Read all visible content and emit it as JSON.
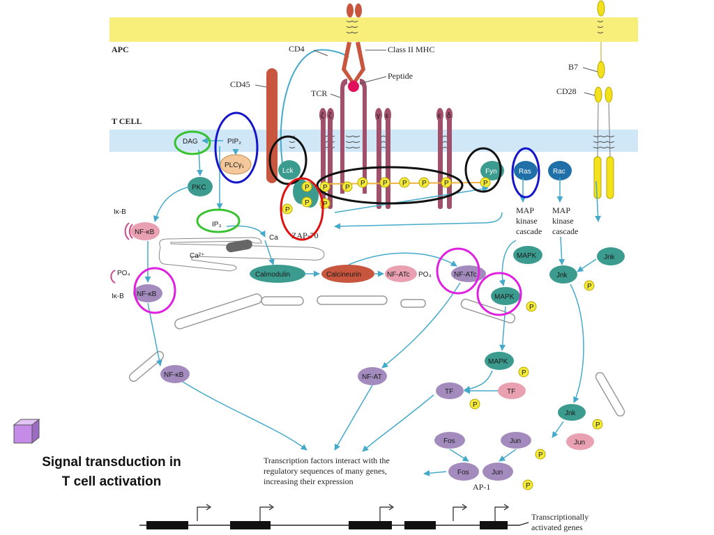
{
  "diagram": {
    "regions": {
      "apc": "APC",
      "t_cell": "T CELL"
    },
    "receptors": {
      "cd4": "CD4",
      "class_ii_mhc": "Class II MHC",
      "peptide": "Peptide",
      "cd45": "CD45",
      "tcr": "TCR",
      "b7": "B7",
      "cd28": "CD28",
      "chain_1": "ζ",
      "chain_2": "ζ",
      "chain_3": "γ",
      "chain_4": "ε",
      "chain_5": "ε",
      "chain_6": "δ"
    },
    "membrane_nodes": {
      "dag": "DAG",
      "pip2": "PIP₂",
      "plcg": "PLCγ₁",
      "lck": "Lck",
      "fyn": "Fyn",
      "ras": "Ras",
      "rac": "Rac",
      "pkc": "PKC",
      "ip3": "IP₃",
      "zap70": "ZAP-70",
      "ca": "Ca²⁺",
      "ca_short": "Ca"
    },
    "ikb": {
      "ikb_top": "Iκ-B",
      "nfkb_top": "NF-κB",
      "po4": "PO₄",
      "ikb_bottom": "Iκ-B",
      "nfkb_mid": "NF-κB"
    },
    "cytoplasm": {
      "calmodulin": "Calmodulin",
      "calcineurin": "Calcineurin",
      "nfatc_po4": "NF-ATc",
      "po4_suffix": "PO₄",
      "nfatc": "NF-ATc",
      "map_cascade_1": [
        "MAP",
        "kinase",
        "cascade"
      ],
      "map_cascade_2": [
        "MAP",
        "kinase",
        "cascade"
      ],
      "mapk_1": "MAPK",
      "mapk_2": "MAPK",
      "jnk_1": "Jnk",
      "jnk_2": "Jnk"
    },
    "nucleus": {
      "nfkb_nuc": "NF-κB",
      "nfat": "NF-AT",
      "mapk_3": "MAPK",
      "tf_1": "TF",
      "tf_2": "TF",
      "jnk_3": "Jnk",
      "jun_1": "Jun",
      "jun_2": "Jun",
      "fos_1": "Fos",
      "fos_2": "Fos",
      "jun_3": "Jun",
      "ap1": "AP-1",
      "phospho": "P",
      "note": [
        "Transcription factors interact with the",
        "regulatory sequences of many genes,",
        "increasing their expression"
      ],
      "genes": [
        "Transcriptionally",
        "activated genes"
      ]
    }
  },
  "slide_title": [
    "Signal transduction in",
    "T cell activation"
  ],
  "colors": {
    "apc_membrane": "#f7ef7a",
    "t_membrane": "#cfe7f7",
    "teal": "#3c9b8f",
    "pink": "#e9a0b0",
    "purple": "#a38bbd",
    "orange_pip": "#f4c89a",
    "yellow_p": "#f3ea3a",
    "arrow": "#45a9c9",
    "mhc": "#c8553d",
    "receptor": "#a0506a",
    "circle_green": "#38c230",
    "circle_blue": "#1414c8",
    "circle_black": "#111111",
    "circle_red": "#e01010",
    "circle_magenta": "#e020e0",
    "cube": "#c48be8"
  }
}
